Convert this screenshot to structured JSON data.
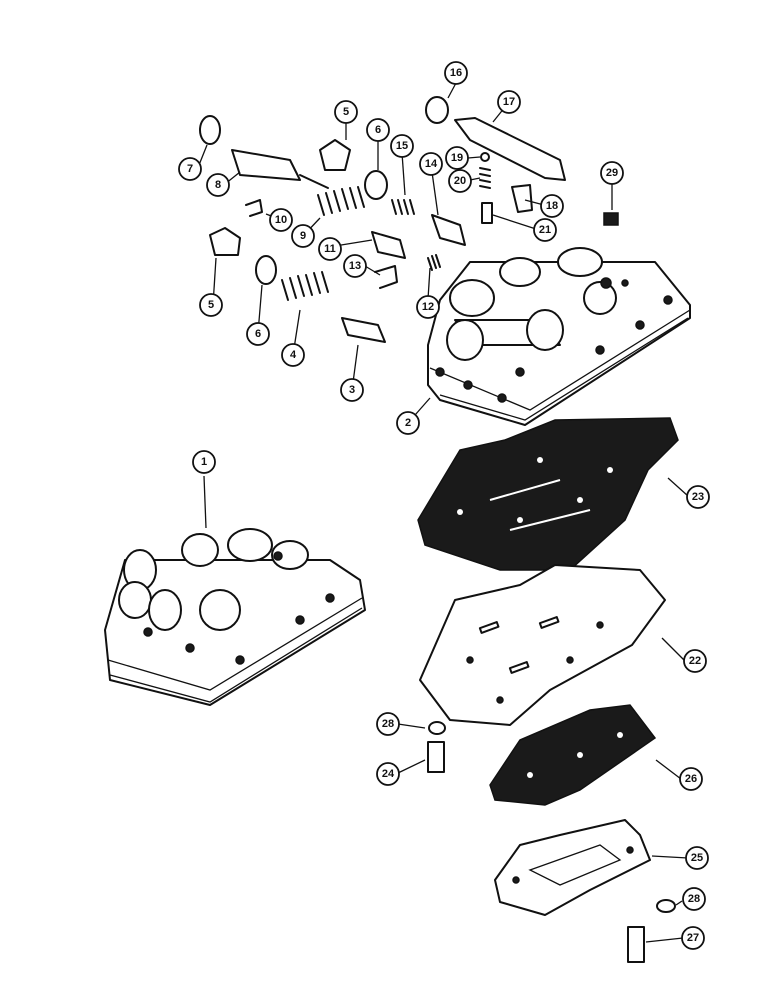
{
  "callouts": [
    {
      "id": "c1",
      "label": "1"
    },
    {
      "id": "c2",
      "label": "2"
    },
    {
      "id": "c3",
      "label": "3"
    },
    {
      "id": "c4",
      "label": "4"
    },
    {
      "id": "c5a",
      "label": "5"
    },
    {
      "id": "c5b",
      "label": "5"
    },
    {
      "id": "c6a",
      "label": "6"
    },
    {
      "id": "c6b",
      "label": "6"
    },
    {
      "id": "c7",
      "label": "7"
    },
    {
      "id": "c8",
      "label": "8"
    },
    {
      "id": "c9",
      "label": "9"
    },
    {
      "id": "c10",
      "label": "10"
    },
    {
      "id": "c11",
      "label": "11"
    },
    {
      "id": "c12",
      "label": "12"
    },
    {
      "id": "c13",
      "label": "13"
    },
    {
      "id": "c14",
      "label": "14"
    },
    {
      "id": "c15",
      "label": "15"
    },
    {
      "id": "c16",
      "label": "16"
    },
    {
      "id": "c17",
      "label": "17"
    },
    {
      "id": "c18",
      "label": "18"
    },
    {
      "id": "c19",
      "label": "19"
    },
    {
      "id": "c20",
      "label": "20"
    },
    {
      "id": "c21",
      "label": "21"
    },
    {
      "id": "c22",
      "label": "22"
    },
    {
      "id": "c23",
      "label": "23"
    },
    {
      "id": "c24",
      "label": "24"
    },
    {
      "id": "c25",
      "label": "25"
    },
    {
      "id": "c26",
      "label": "26"
    },
    {
      "id": "c27",
      "label": "27"
    },
    {
      "id": "c28a",
      "label": "28"
    },
    {
      "id": "c28b",
      "label": "28"
    },
    {
      "id": "c29",
      "label": "29"
    }
  ]
}
